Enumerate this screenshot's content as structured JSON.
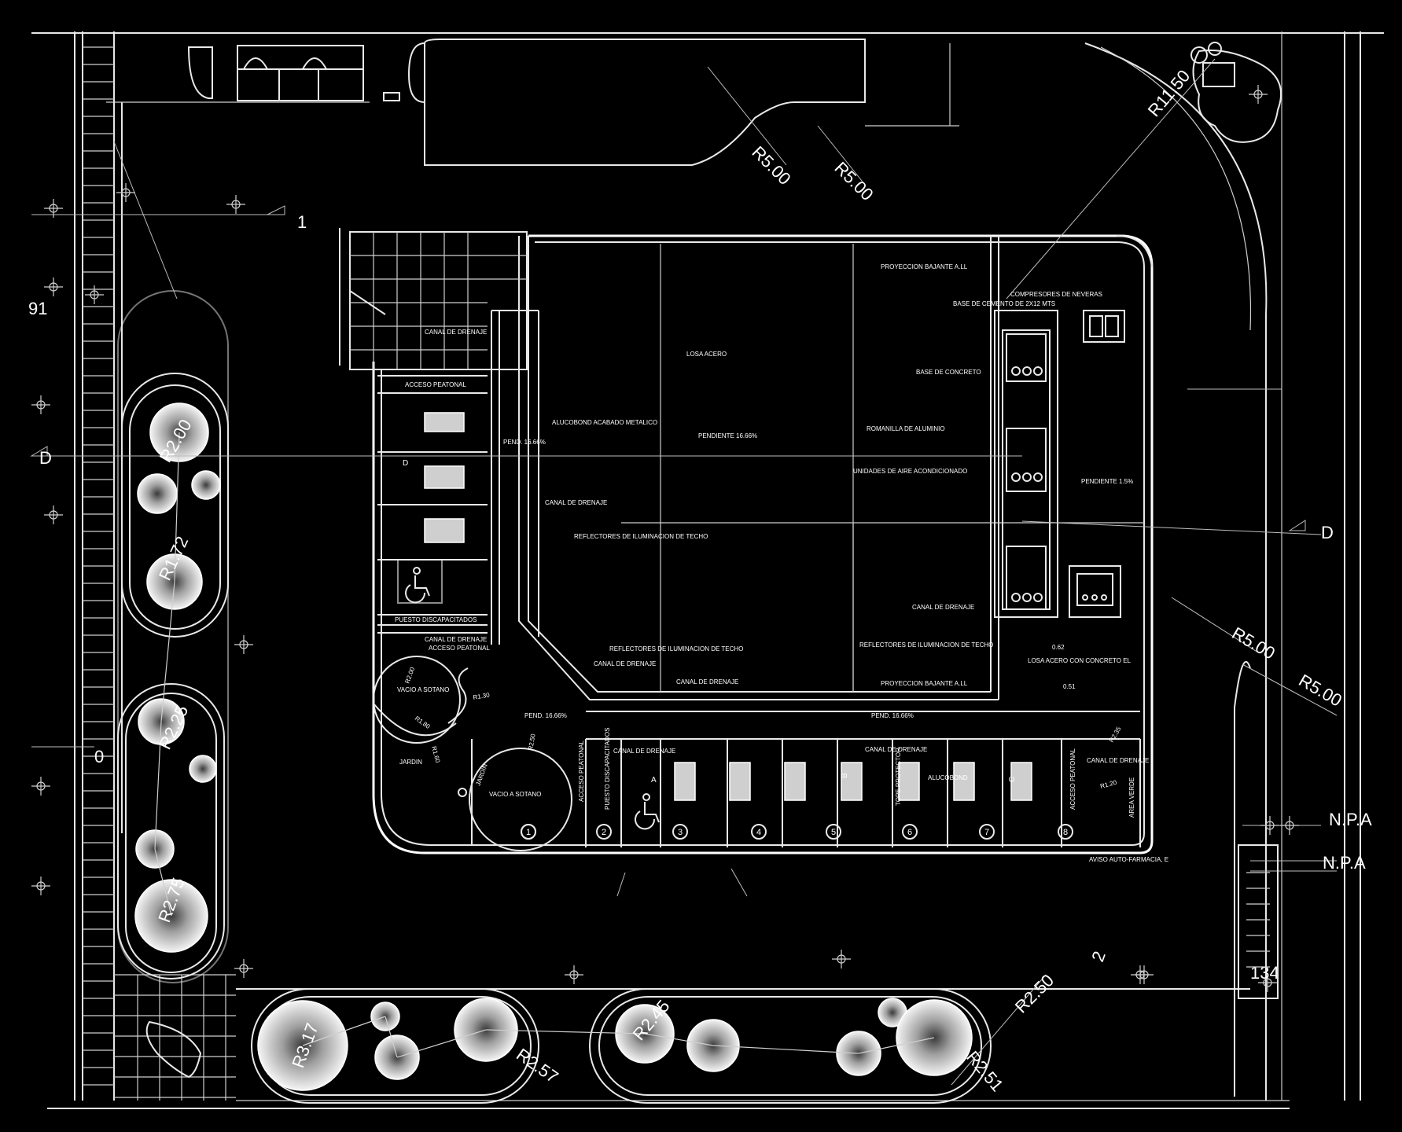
{
  "plan": {
    "radii": {
      "r_top_1": "R5.00",
      "r_top_2": "R5.00",
      "r_corner": "R11.50",
      "r_right_1": "R5.00",
      "r_right_2": "R5.00",
      "r_bottom": "R2.50",
      "r_tree_1": "R2.00",
      "r_tree_2": "R1.72",
      "r_tree_3": "R2.25",
      "r_tree_4": "R2.75",
      "r_tree_5": "R3.17",
      "r_tree_6": "R2.57",
      "r_tree_7": "R2.45",
      "r_tree_8": "R2.51"
    },
    "levels": {
      "npa_1": "N.P.A",
      "npa_2": "N.P.A"
    },
    "section_marks": {
      "d_left": "D",
      "d_right": "D",
      "one": "1",
      "left_num": "91",
      "zero": "0",
      "bottom_num": "2"
    },
    "notes": {
      "acceso_peatonal_top": "ACCESO PEATONAL",
      "canal_drenaje_top": "CANAL DE DRENAJE",
      "alucobond": "ALUCOBOND ACABADO METALICO",
      "pend_1": "PEND. 16.66%",
      "canal_drenaje_2": "CANAL DE DRENAJE",
      "reflectores_1": "REFLECTORES DE ILUMINACION DE TECHO",
      "puesto_discapacitados": "PUESTO DISCAPACITADOS",
      "canal_drenaje_3": "CANAL DE DRENAJE",
      "acceso_peatonal_2": "ACCESO PEATONAL",
      "vacio_sotano_1": "VACIO A SOTANO",
      "jardin_1": "JARDIN",
      "jardin_2": "JARDIN",
      "vacio_sotano_2": "VACIO A SOTANO",
      "reflectores_2": "REFLECTORES DE ILUMINACION DE TECHO",
      "canal_drenaje_4": "CANAL DE DRENAJE",
      "canal_drenaje_5": "CANAL DE DRENAJE",
      "losa_acero": "LOSA ACERO",
      "pendiente_1": "PENDIENTE 16.66%",
      "proyeccion_1": "PROYECCION BAJANTE A.LL",
      "compresores": "COMPRESORES DE NEVERAS",
      "base_cemento": "BASE DE CEMENTO DE 2X12 MTS",
      "base_concreto": "BASE DE CONCRETO",
      "romanilla": "ROMANILLA DE ALUMINIO",
      "unidades_aire": "UNIDADES DE AIRE ACONDICIONADO",
      "pendiente_2": "PENDIENTE 1.5%",
      "canal_drenaje_6": "CANAL DE DRENAJE",
      "reflectores_3": "REFLECTORES DE ILUMINACION DE TECHO",
      "proyeccion_2": "PROYECCION BAJANTE A.LL",
      "losa_acero_concreto": "LOSA ACERO CON CONCRETO EL",
      "pend_2": "PEND. 16.66%",
      "pend_3": "PEND. 16.66%",
      "canal_drenaje_7": "CANAL DE DRENAJE",
      "canal_drenaje_8": "CANAL DE DRENAJE",
      "acceso_peatonal_3": "ACCESO PEATONAL",
      "puesto_discap_2": "PUESTO DISCAPACITADOS",
      "tope_protector": "TOPE PROTECTOR",
      "alucobond_2": "ALUCOBOND",
      "acceso_peatonal_4": "ACCESO PEATONAL",
      "canal_drenaje_9": "CANAL DE DRENAJE",
      "area_verde": "AREA VERDE",
      "aviso": "AVISO AUTO-FARMACIA, E",
      "dim_062": "0.62",
      "dim_051": "0.51",
      "b_mark": "B",
      "c_mark": "C",
      "d_mark": "D",
      "a_mark": "A"
    },
    "stalls": [
      "1",
      "2",
      "3",
      "4",
      "5",
      "6",
      "7",
      "8"
    ],
    "small_dims": {
      "r180": "R1.80",
      "r200": "R2.00",
      "r130": "R1.30",
      "r160": "R1.60",
      "r250": "R2.50",
      "r120": "R1.20",
      "r235": "R2.35",
      "r_num_134": "134"
    }
  }
}
